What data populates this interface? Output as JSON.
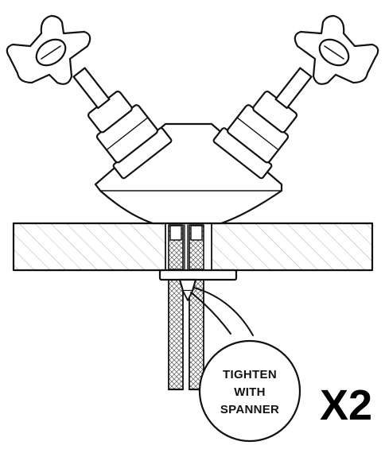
{
  "callout": {
    "lines": [
      "TIGHTEN",
      "WITH",
      "SPANNER"
    ]
  },
  "multiplier": "X2",
  "colors": {
    "line": "#111111",
    "fill": "#ffffff",
    "hatch": "#888888"
  },
  "icons": {
    "left_handle": "cross-handle-tap-icon",
    "right_handle": "cross-handle-tap-icon",
    "spanner_nut": "nut-icon"
  }
}
